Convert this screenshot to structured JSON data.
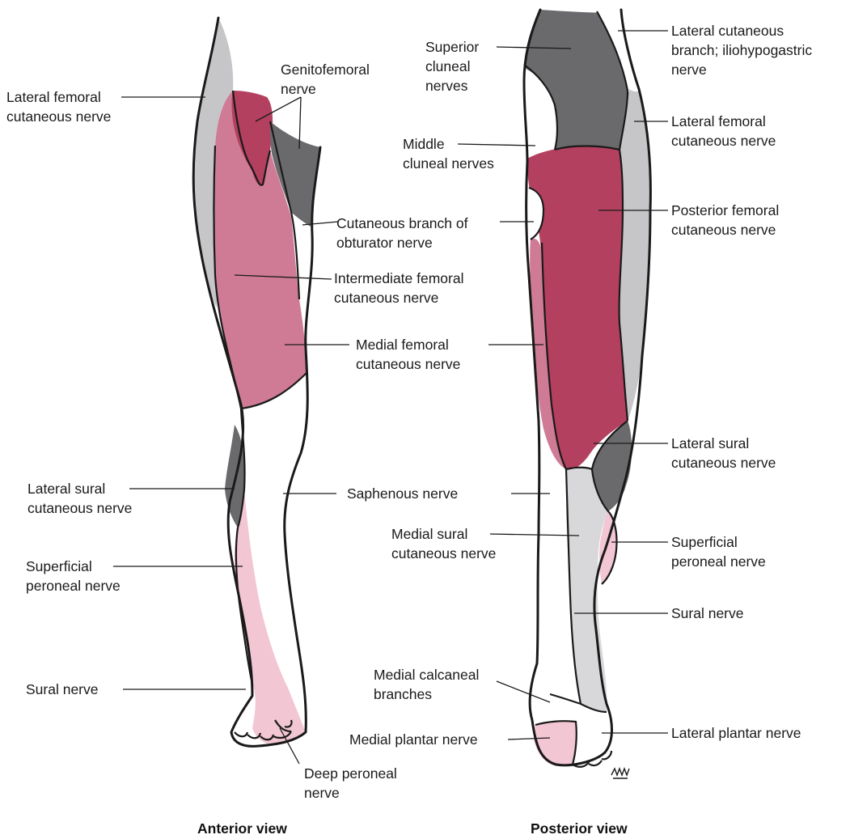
{
  "colors": {
    "light_gray": "#c6c6c8",
    "dark_gray": "#6a6a6c",
    "mid_pink": "#cf7b95",
    "deep_pink": "#b4405f",
    "light_pink": "#f2c6d3",
    "white": "#ffffff"
  },
  "anterior": {
    "caption": "Anterior view",
    "labels": {
      "lateral_femoral": [
        "Lateral femoral",
        "cutaneous nerve"
      ],
      "genitofemoral": [
        "Genitofemoral",
        "nerve"
      ],
      "obturator": [
        "Cutaneous branch of",
        "obturator nerve"
      ],
      "intermediate_femoral": [
        "Intermediate femoral",
        "cutaneous nerve"
      ],
      "medial_femoral": [
        "Medial femoral",
        "cutaneous nerve"
      ],
      "lateral_sural": [
        "Lateral sural",
        "cutaneous nerve"
      ],
      "saphenous": [
        "Saphenous nerve"
      ],
      "superficial_peroneal": [
        "Superficial",
        "peroneal nerve"
      ],
      "sural": [
        "Sural nerve"
      ],
      "deep_peroneal": [
        "Deep peroneal",
        "nerve"
      ]
    }
  },
  "posterior": {
    "caption": "Posterior view",
    "labels": {
      "superior_cluneal": [
        "Superior",
        "cluneal",
        "nerves"
      ],
      "iliohypogastric": [
        "Lateral cutaneous",
        "branch; iliohypogastric",
        "nerve"
      ],
      "lateral_femoral": [
        "Lateral femoral",
        "cutaneous nerve"
      ],
      "middle_cluneal": [
        "Middle",
        "cluneal nerves"
      ],
      "posterior_femoral": [
        "Posterior femoral",
        "cutaneous nerve"
      ],
      "lateral_sural": [
        "Lateral sural",
        "cutaneous nerve"
      ],
      "medial_sural": [
        "Medial sural",
        "cutaneous nerve"
      ],
      "superficial_peroneal": [
        "Superficial",
        "peroneal nerve"
      ],
      "sural": [
        "Sural nerve"
      ],
      "medial_calcaneal": [
        "Medial calcaneal",
        "branches"
      ],
      "medial_plantar": [
        "Medial plantar nerve"
      ],
      "lateral_plantar": [
        "Lateral plantar nerve"
      ]
    }
  }
}
